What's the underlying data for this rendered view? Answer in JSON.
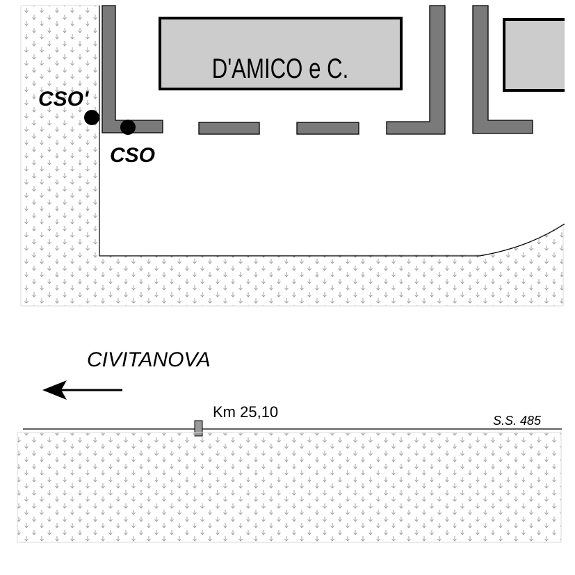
{
  "map": {
    "building_label": "D'AMICO e C.",
    "points": [
      {
        "label": "CSO'"
      },
      {
        "label": "CSO"
      }
    ],
    "direction_label": "CIVITANOVA",
    "road_label": "S.S. 485",
    "km_marker_label": "Km 25,10",
    "colors": {
      "wall": "#7a7a7a",
      "building_fill": "#cccccc",
      "hatch": "#9a9a9a",
      "point": "#000000"
    }
  }
}
